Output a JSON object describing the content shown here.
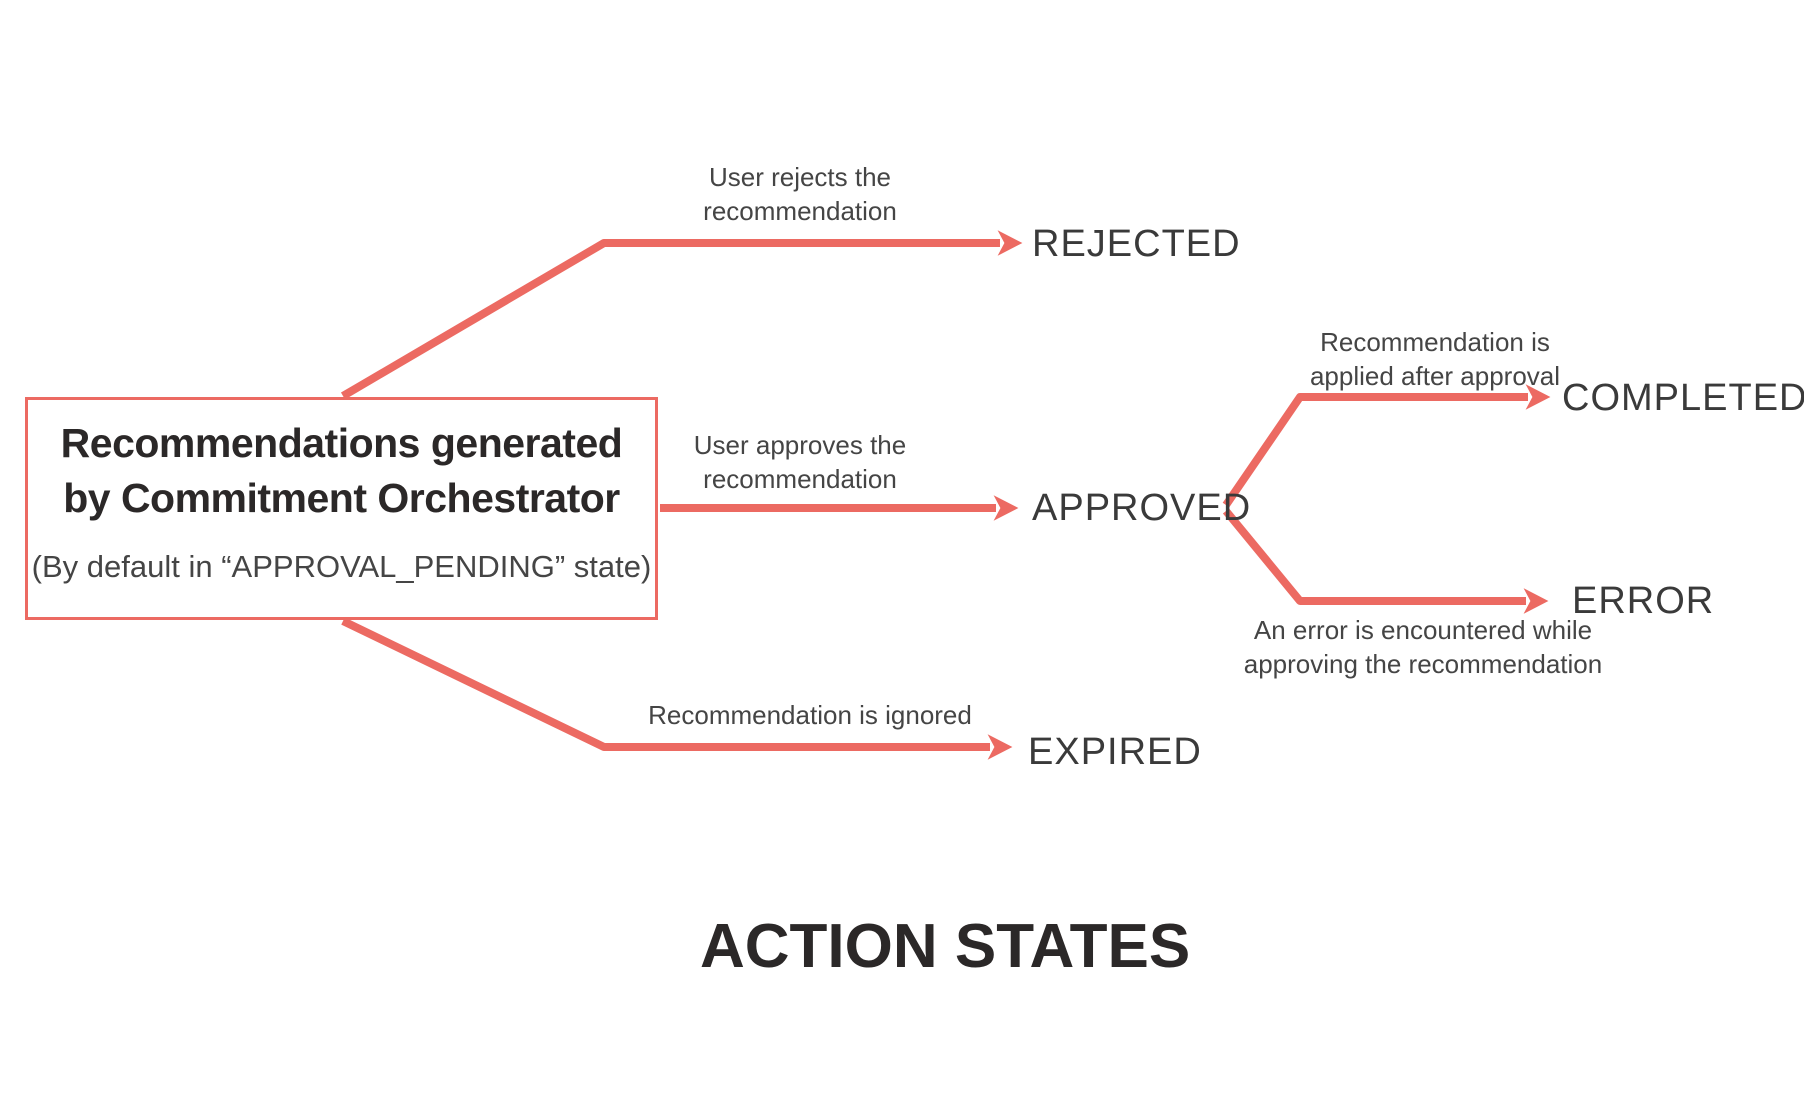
{
  "diagram_title": "ACTION STATES",
  "source_box": {
    "title_line1": "Recommendations generated",
    "title_line2": "by Commitment Orchestrator",
    "subtitle": "(By default in “APPROVAL_PENDING” state)"
  },
  "states": {
    "rejected": "REJECTED",
    "approved": "APPROVED",
    "expired": "EXPIRED",
    "completed": "COMPLETED",
    "error": "ERROR"
  },
  "transitions": {
    "reject": {
      "line1": "User rejects the",
      "line2": "recommendation"
    },
    "approve": {
      "line1": "User approves the",
      "line2": "recommendation"
    },
    "expire": {
      "line1": "Recommendation is ignored"
    },
    "complete": {
      "line1": "Recommendation is",
      "line2": "applied after approval"
    },
    "error": {
      "line1": "An error is encountered while",
      "line2": "approving the recommendation"
    }
  },
  "colors": {
    "arrow": "#ec6a62",
    "text_dark": "#2b2828",
    "text_label": "#454545"
  }
}
